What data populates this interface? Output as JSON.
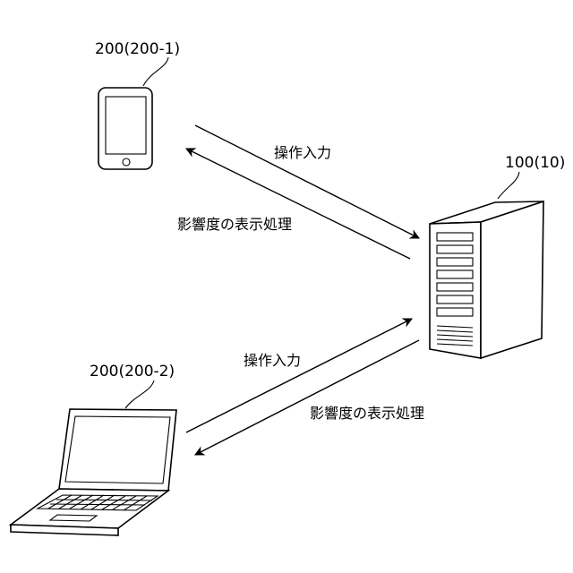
{
  "refs": {
    "smartphone": "200(200-1)",
    "laptop": "200(200-2)",
    "server": "100(10)"
  },
  "labels": {
    "top_operation": "操作入力",
    "top_display": "影響度の表示処理",
    "bottom_operation": "操作入力",
    "bottom_display": "影響度の表示処理"
  },
  "icons": [
    "smartphone-icon",
    "laptop-icon",
    "server-icon"
  ],
  "colors": {
    "stroke": "#000000",
    "background": "#ffffff"
  }
}
